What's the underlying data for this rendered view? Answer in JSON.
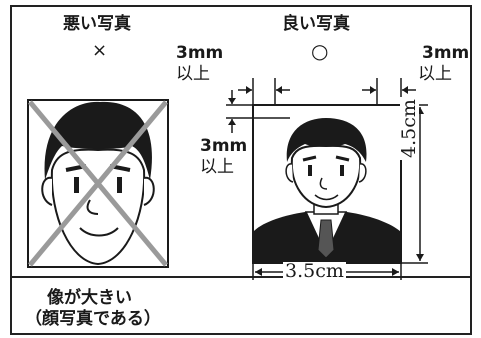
{
  "bad_photo": {
    "title": "悪い写真",
    "mark": "×",
    "caption_line1": "像が大きい",
    "caption_line2": "（顔写真である）"
  },
  "good_photo": {
    "title": "良い写真",
    "mark": "○",
    "margin_left_value": "3mm",
    "margin_left_text": "以上",
    "margin_right_value": "3mm",
    "margin_right_text": "以上",
    "margin_top_value": "3mm",
    "margin_top_text": "以上",
    "width_label": "3.5cm",
    "height_label": "4.5cm"
  },
  "colors": {
    "ink": "#1a1a1a",
    "cross": "#9a9a9a",
    "background": "#ffffff"
  }
}
